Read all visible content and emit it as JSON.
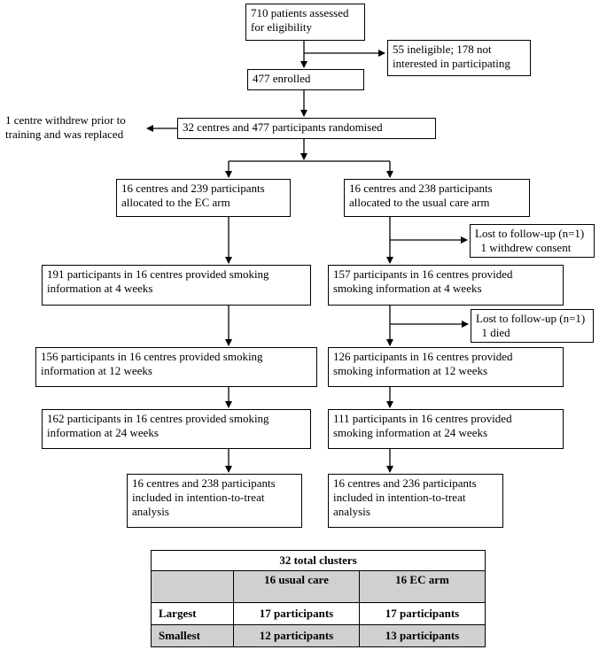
{
  "flowchart": {
    "assessed": [
      "710 patients assessed",
      "for eligibility"
    ],
    "ineligible": [
      "55 ineligible; 178 not",
      "interested in participating"
    ],
    "enrolled": [
      "477 enrolled"
    ],
    "withdrew": [
      "1 centre withdrew prior to",
      "training and was replaced"
    ],
    "randomised": [
      "32 centres and 477 participants randomised"
    ],
    "ec_allocated": [
      "16 centres and 239 participants",
      "allocated to the EC arm"
    ],
    "uc_allocated": [
      "16 centres and 238 participants",
      "allocated to the usual care arm"
    ],
    "uc_lost_1": [
      "Lost to follow-up (n=1)",
      "  1 withdrew consent"
    ],
    "ec_4wk": [
      "191 participants in 16 centres provided smoking",
      "information at 4 weeks"
    ],
    "uc_4wk": [
      "157 participants in 16 centres provided",
      "smoking information at 4 weeks"
    ],
    "uc_lost_2": [
      "Lost to follow-up (n=1)",
      "  1 died"
    ],
    "ec_12wk": [
      "156 participants in 16 centres provided smoking",
      "information at 12 weeks"
    ],
    "uc_12wk": [
      "126 participants in 16 centres provided",
      "smoking information at 12 weeks"
    ],
    "ec_24wk": [
      "162 participants in 16 centres provided smoking",
      "information at 24 weeks"
    ],
    "uc_24wk": [
      "111 participants in 16 centres provided",
      "smoking information at 24 weeks"
    ],
    "ec_itt": [
      "16 centres and 238 participants",
      "included in intention-to-treat",
      "analysis"
    ],
    "uc_itt": [
      "16 centres and 236 participants",
      "included in intention-to-treat",
      "analysis"
    ]
  },
  "clusters_table": {
    "title": "32 total clusters",
    "col_usual": "16 usual care",
    "col_ec": "16 EC arm",
    "rows": [
      {
        "label": "Largest",
        "usual": "17 participants",
        "ec": "17 participants"
      },
      {
        "label": "Smallest",
        "usual": "12 participants",
        "ec": "13 participants"
      }
    ]
  },
  "colors": {
    "line": "#000000",
    "table_shade": "#d0d0d0"
  }
}
